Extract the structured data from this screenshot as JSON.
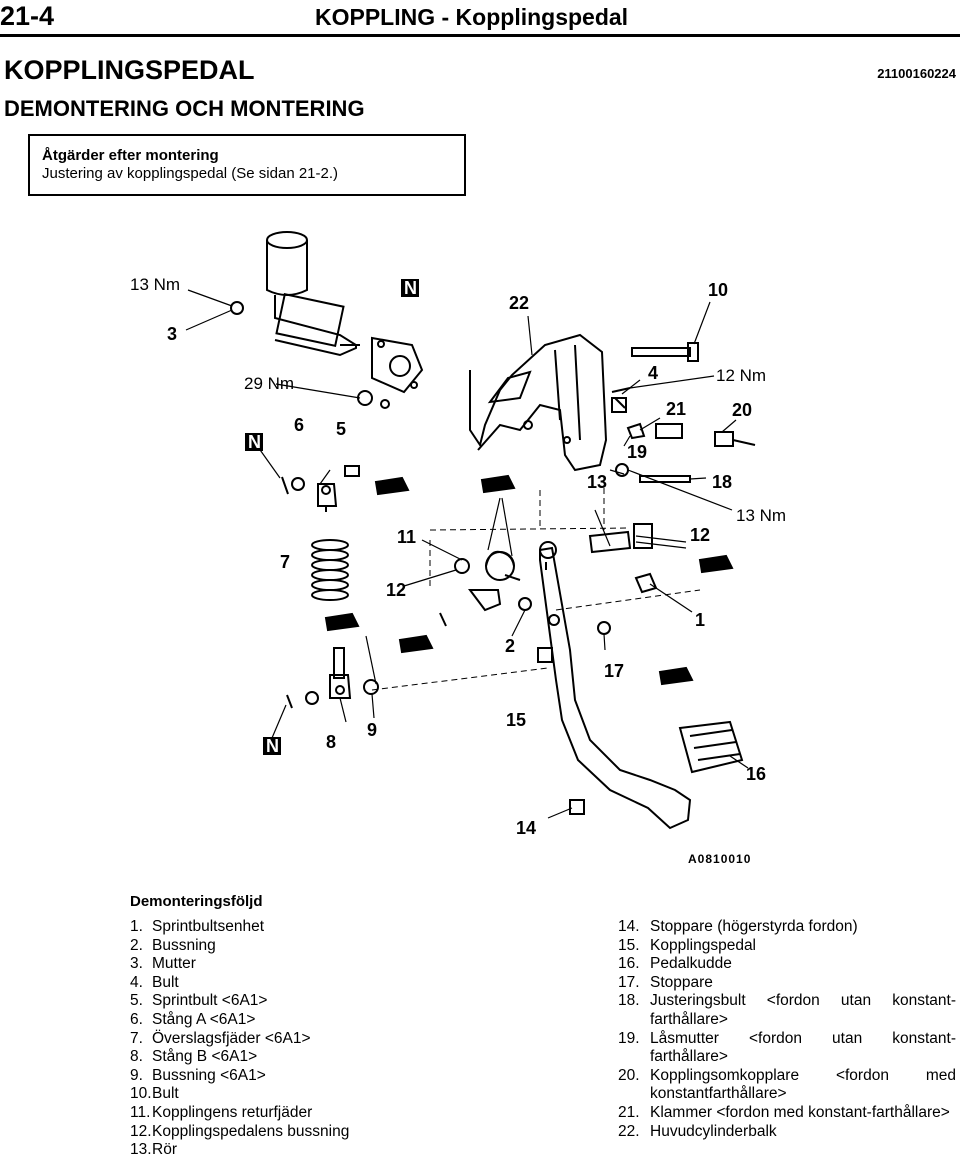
{
  "header": {
    "page_number": "21-4",
    "title": "KOPPLING - Kopplingspedal"
  },
  "doc": {
    "title": "KOPPLINGSPEDAL",
    "doc_number": "21100160224",
    "subtitle": "DEMONTERING OCH MONTERING"
  },
  "note": {
    "heading": "Åtgärder efter montering",
    "text": "Justering av kopplingspedal (Se sidan 21-2.)"
  },
  "figure": {
    "code": "A0810010",
    "callouts": {
      "c13nm_a": "13 Nm",
      "c3": "3",
      "cN_a": "N",
      "c22": "22",
      "c10": "10",
      "c29nm": "29 Nm",
      "c4": "4",
      "c12nm": "12 Nm",
      "cN_b": "N",
      "c6": "6",
      "c5": "5",
      "c21": "21",
      "c20": "20",
      "c19": "19",
      "c13": "13",
      "c18": "18",
      "c13nm_b": "13 Nm",
      "c11": "11",
      "c12_a": "12",
      "c7": "7",
      "c12_b": "12",
      "c1": "1",
      "c2": "2",
      "c17": "17",
      "c15": "15",
      "cN_c": "N",
      "c8": "8",
      "c9": "9",
      "c16": "16",
      "c14": "14"
    }
  },
  "sequence": {
    "title": "Demonteringsföljd",
    "left": [
      {
        "num": "1.",
        "text": "Sprintbultsenhet"
      },
      {
        "num": "2.",
        "text": "Bussning"
      },
      {
        "num": "3.",
        "text": "Mutter"
      },
      {
        "num": "4.",
        "text": "Bult"
      },
      {
        "num": "5.",
        "text": "Sprintbult <6A1>"
      },
      {
        "num": "6.",
        "text": "Stång A <6A1>"
      },
      {
        "num": "7.",
        "text": "Överslagsfjäder <6A1>"
      },
      {
        "num": "8.",
        "text": "Stång B <6A1>"
      },
      {
        "num": "9.",
        "text": "Bussning <6A1>"
      },
      {
        "num": "10.",
        "text": "Bult"
      },
      {
        "num": "11.",
        "text": "Kopplingens returfjäder"
      },
      {
        "num": "12.",
        "text": "Kopplingspedalens bussning"
      },
      {
        "num": "13.",
        "text": "Rör"
      }
    ],
    "right": [
      {
        "num": "14.",
        "text": "Stoppare (högerstyrda fordon)"
      },
      {
        "num": "15.",
        "text": "Kopplingspedal"
      },
      {
        "num": "16.",
        "text": "Pedalkudde"
      },
      {
        "num": "17.",
        "text": "Stoppare"
      },
      {
        "num": "18.",
        "text": "Justeringsbult <fordon utan konstant-farthållare>"
      },
      {
        "num": "19.",
        "text": "Låsmutter <fordon utan konstant-farthållare>"
      },
      {
        "num": "20.",
        "text": "Kopplingsomkopplare <fordon med konstantfarthållare>"
      },
      {
        "num": "21.",
        "text": "Klammer <fordon med konstant-farthållare>"
      },
      {
        "num": "22.",
        "text": "Huvudcylinderbalk"
      }
    ]
  }
}
